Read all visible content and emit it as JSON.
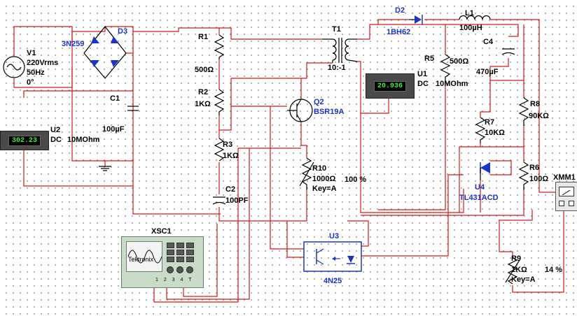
{
  "components": {
    "v1": {
      "ref": "V1",
      "voltage": "220Vrms",
      "freq": "50Hz",
      "phase": "0°"
    },
    "d3": {
      "part": "3N259",
      "ref": "D3"
    },
    "c1": {
      "ref": "C1",
      "value": "100µF"
    },
    "u2": {
      "ref": "U2",
      "mode": "DC",
      "impedance": "10MOhm",
      "reading": "302.23"
    },
    "r1": {
      "ref": "R1",
      "value": "500Ω"
    },
    "r2": {
      "ref": "R2",
      "value": "1KΩ"
    },
    "r3": {
      "ref": "R3",
      "value": "1KΩ"
    },
    "c2": {
      "ref": "C2",
      "value": "100PF"
    },
    "t1": {
      "ref": "T1",
      "ratio": "10:-1"
    },
    "q2": {
      "ref": "Q2",
      "part": "BSR19A"
    },
    "r10": {
      "ref": "R10",
      "value": "1000Ω",
      "percent": "100 %",
      "key": "Key=A"
    },
    "d2": {
      "ref": "D2",
      "part": "1BH62"
    },
    "l1": {
      "ref": "L1",
      "value": "100µH"
    },
    "c4": {
      "ref": "C4",
      "value": "470µF"
    },
    "r5": {
      "ref": "R5",
      "value": "500Ω"
    },
    "u1": {
      "ref": "U1",
      "mode": "DC",
      "impedance": "10MOhm",
      "reading": "20.936"
    },
    "r8": {
      "ref": "R8",
      "value": "90KΩ"
    },
    "r7": {
      "ref": "R7",
      "value": "10KΩ"
    },
    "r6": {
      "ref": "R6",
      "value": "100Ω"
    },
    "u4": {
      "ref": "U4",
      "part": "TL431ACD"
    },
    "u3": {
      "ref": "U3",
      "part": "4N25"
    },
    "r9": {
      "ref": "R9",
      "value": "1KΩ",
      "percent": "14 %",
      "key": "Key=A"
    },
    "xsc1": {
      "ref": "XSC1",
      "brand": "Tektronix",
      "terminals": "1 2 3 4 T"
    },
    "xmm1": {
      "ref": "XMM1"
    }
  },
  "colors": {
    "wire": "#d41a1a",
    "part_label": "#1a35c9",
    "lcd_text": "#3ef03e"
  }
}
